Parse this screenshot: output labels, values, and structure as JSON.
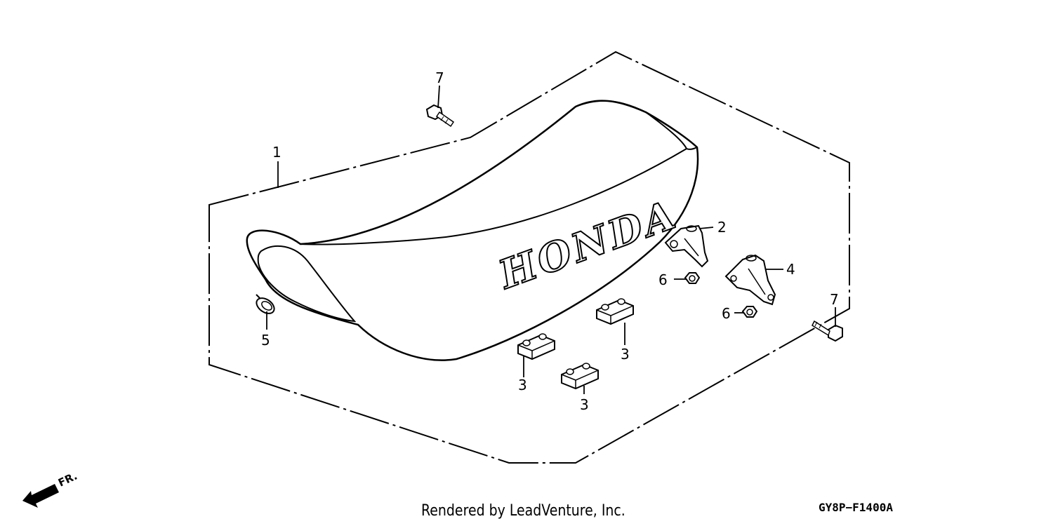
{
  "callouts": {
    "seat": "1",
    "bracket_upper": "2",
    "cushion_a": "3",
    "cushion_b": "3",
    "cushion_c": "3",
    "bracket_lower": "4",
    "grommet": "5",
    "nut_a": "6",
    "nut_b": "6",
    "bolt_a": "7",
    "bolt_b": "7"
  },
  "seat_logo": "HONDA",
  "front_marker": "FR.",
  "credit": "Rendered by LeadVenture, Inc.",
  "diagram_code": "GY8P−F1400A"
}
